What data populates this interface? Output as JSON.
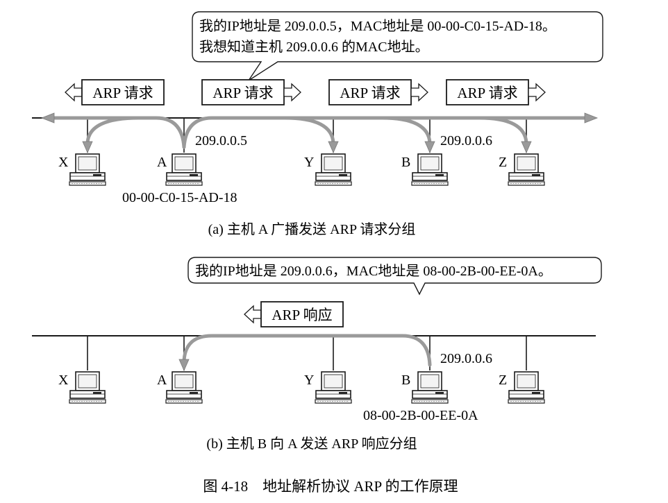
{
  "part_a": {
    "bubble_line1": "我的IP地址是 209.0.0.5，MAC地址是 00-00-C0-15-AD-18。",
    "bubble_line2": "我想知道主机 209.0.0.6 的MAC地址。",
    "requests": [
      "ARP 请求",
      "ARP 请求",
      "ARP 请求",
      "ARP 请求"
    ],
    "hosts": [
      "X",
      "A",
      "Y",
      "B",
      "Z"
    ],
    "ip_a": "209.0.0.5",
    "ip_b": "209.0.0.6",
    "mac_a": "00-00-C0-15-AD-18",
    "caption": "(a) 主机 A 广播发送 ARP 请求分组"
  },
  "part_b": {
    "bubble_line1": "我的IP地址是 209.0.0.6，MAC地址是 08-00-2B-00-EE-0A。",
    "reply": "ARP 响应",
    "hosts": [
      "X",
      "A",
      "Y",
      "B",
      "Z"
    ],
    "ip_b": "209.0.0.6",
    "mac_b": "08-00-2B-00-EE-0A",
    "caption": "(b) 主机 B 向 A 发送 ARP 响应分组"
  },
  "figure_caption": "图 4-18　地址解析协议 ARP 的工作原理",
  "colors": {
    "line": "#1a1a1a",
    "arrow": "#9a9a9a",
    "arrow_edge": "#7a7a7a",
    "screen": "#f4f4f4"
  }
}
